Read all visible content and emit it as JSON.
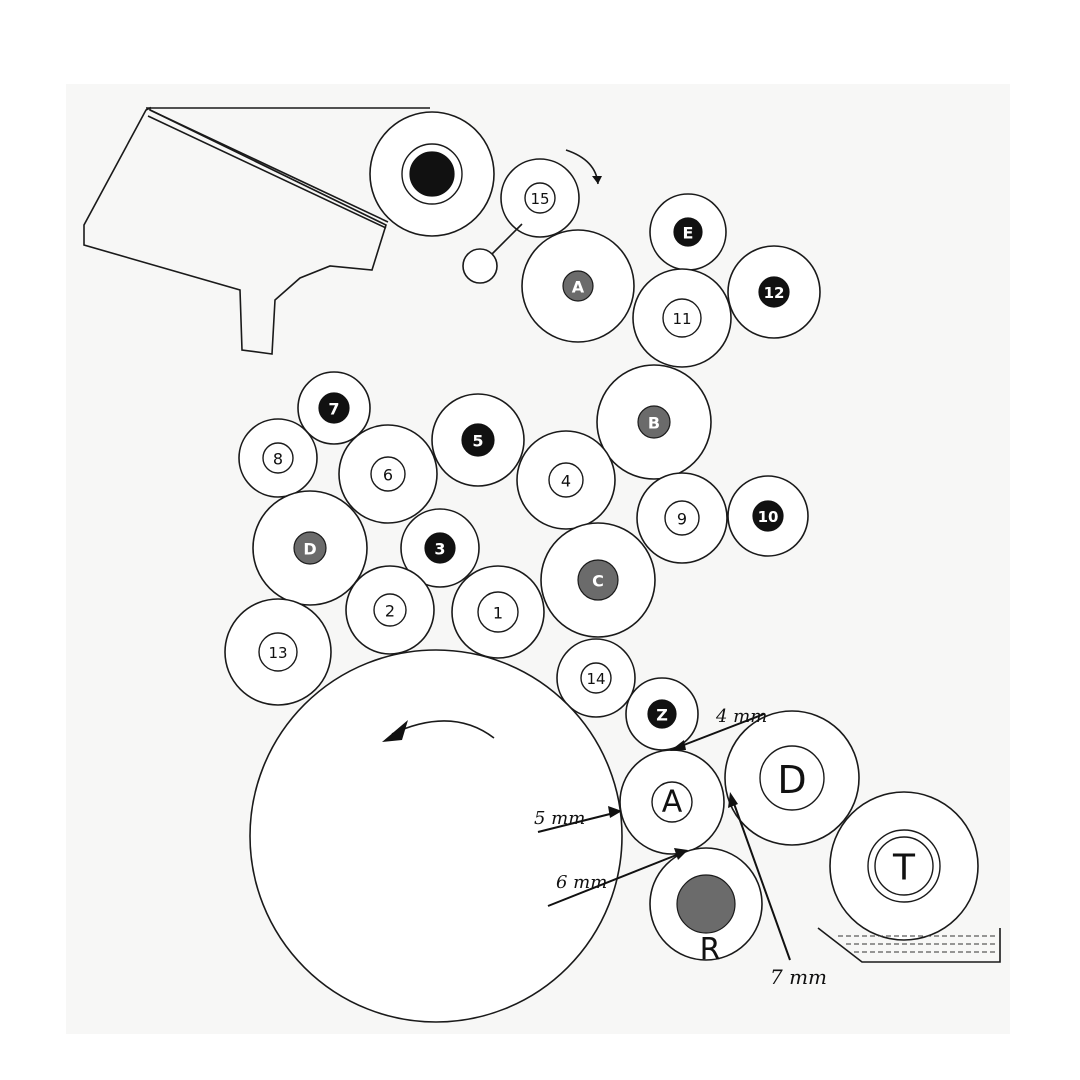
{
  "diagram": {
    "rollers": [
      {
        "id": "feed-roll",
        "label": "",
        "core": "black"
      },
      {
        "id": "15",
        "label": "15",
        "core": "line"
      },
      {
        "id": "E",
        "label": "E",
        "core": "black"
      },
      {
        "id": "A-top",
        "label": "A",
        "core": "grey"
      },
      {
        "id": "12",
        "label": "12",
        "core": "black"
      },
      {
        "id": "11",
        "label": "11",
        "core": "line"
      },
      {
        "id": "B",
        "label": "B",
        "core": "grey"
      },
      {
        "id": "7",
        "label": "7",
        "core": "black"
      },
      {
        "id": "5",
        "label": "5",
        "core": "black"
      },
      {
        "id": "8",
        "label": "8",
        "core": "line"
      },
      {
        "id": "6",
        "label": "6",
        "core": "line"
      },
      {
        "id": "4",
        "label": "4",
        "core": "line"
      },
      {
        "id": "9",
        "label": "9",
        "core": "line"
      },
      {
        "id": "10",
        "label": "10",
        "core": "black"
      },
      {
        "id": "D-left",
        "label": "D",
        "core": "grey"
      },
      {
        "id": "3",
        "label": "3",
        "core": "black"
      },
      {
        "id": "C",
        "label": "C",
        "core": "grey"
      },
      {
        "id": "2",
        "label": "2",
        "core": "line"
      },
      {
        "id": "1",
        "label": "1",
        "core": "line"
      },
      {
        "id": "13",
        "label": "13",
        "core": "line"
      },
      {
        "id": "14",
        "label": "14",
        "core": "line"
      },
      {
        "id": "Z",
        "label": "Z",
        "core": "black"
      }
    ],
    "handwritten": {
      "A": "A",
      "D": "D",
      "T": "T",
      "R": "R"
    },
    "gaps": {
      "4mm": "4 mm",
      "5mm": "5 mm",
      "6mm": "6 mm",
      "7mm": "7 mm"
    },
    "colors": {
      "ink": "#111111",
      "grey_core": "#6b6b6b",
      "paper": "#f7f7f6"
    }
  }
}
